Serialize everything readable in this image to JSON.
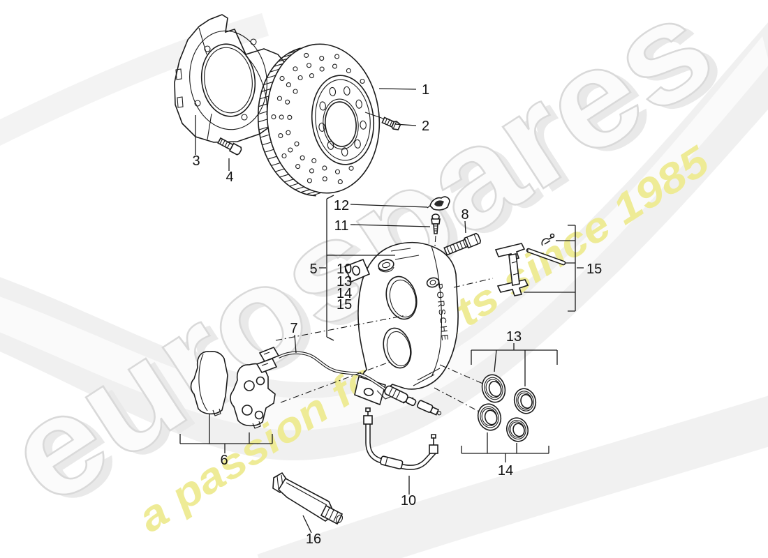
{
  "watermark": {
    "brand_text": "eurospares",
    "tagline_text": "a passion for parts since 1985",
    "brand_fill": "#fbfbfb",
    "brand_outline": "#d9d9d9",
    "brand_shadow": "#e9e9e9",
    "tagline_fill": "#eeeb96"
  },
  "caliper": {
    "embossed_text": "PORSCHE"
  },
  "labels": {
    "brake_disc": "1",
    "disc_set_screw": "2",
    "protective_plate": "3",
    "plate_screw": "4",
    "caliper_assembly": "5",
    "pad_set": "6",
    "wear_sensor": "7",
    "guide_bolt": "8",
    "brake_hose": "10",
    "bleeder_valve": "11",
    "retaining_clip": "12",
    "seal_set_upper": "13",
    "seal_set_lower": "14",
    "retainer_set": "15",
    "lubricant_tube": "16",
    "caliper_includes": [
      "10",
      "13",
      "14",
      "15"
    ]
  }
}
